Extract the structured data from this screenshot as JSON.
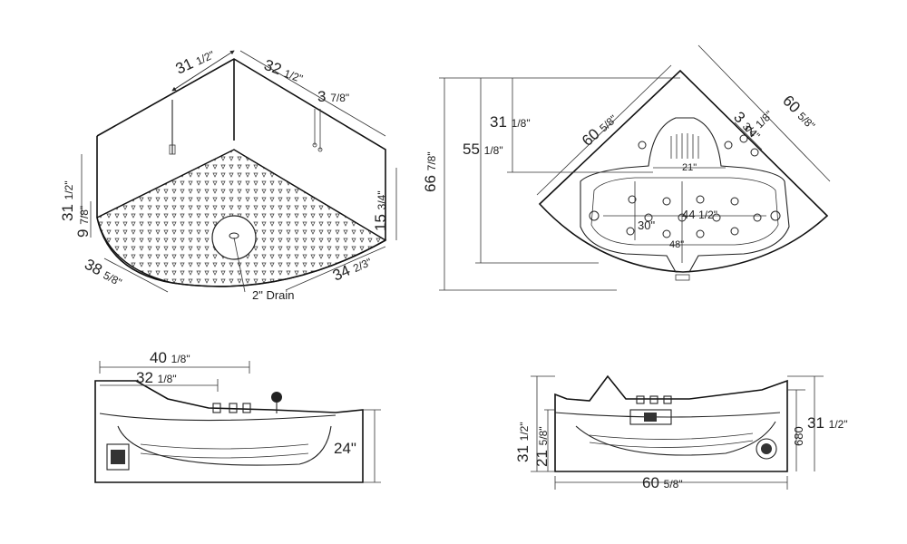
{
  "views": {
    "base_3d": {
      "dims": {
        "back_left": {
          "whole": "31",
          "frac": "1/2\""
        },
        "back_right": {
          "whole": "32",
          "frac": "1/2\""
        },
        "pipe": {
          "whole": "3",
          "frac": "7/8\""
        },
        "left_height": {
          "whole": "31",
          "frac": "1/2\""
        },
        "left_low": {
          "whole": "9",
          "frac": "7/8\""
        },
        "right_height": {
          "whole": "15",
          "frac": "3/4\""
        },
        "front_left": {
          "whole": "38",
          "frac": "5/8\""
        },
        "front_right": {
          "whole": "34",
          "frac": "2/3\""
        }
      },
      "drain_label": "2\" Drain"
    },
    "top_view": {
      "dims": {
        "overall_height": {
          "whole": "66",
          "frac": "7/8\""
        },
        "mid_height": {
          "whole": "55",
          "frac": "1/8\""
        },
        "upper_height": {
          "whole": "31",
          "frac": "1/8\""
        },
        "diag_left": {
          "whole": "60",
          "frac": "5/8\""
        },
        "diag_right": {
          "whole": "60",
          "frac": "5/8\""
        },
        "jet_a": {
          "whole": "3",
          "frac": "3/4\""
        },
        "jet_b": {
          "whole": "2",
          "frac": "1/8\""
        },
        "inner_top": {
          "whole": "21\""
        },
        "inner_width": {
          "whole": "44",
          "frac": "1/2\""
        },
        "inner_left": {
          "whole": "30\""
        },
        "inner_depth": {
          "whole": "48\""
        }
      }
    },
    "side_view_left": {
      "dims": {
        "outer": {
          "whole": "40",
          "frac": "1/8\""
        },
        "inner": {
          "whole": "32",
          "frac": "1/8\""
        },
        "height": {
          "whole": "24\""
        }
      }
    },
    "side_view_right": {
      "dims": {
        "height_left": {
          "whole": "31",
          "frac": "1/2\""
        },
        "low_left": {
          "whole": "21",
          "frac": "5/8\""
        },
        "mm": {
          "whole": "680"
        },
        "height_right": {
          "whole": "31",
          "frac": "1/2\""
        },
        "width": {
          "whole": "60",
          "frac": "5/8\""
        }
      }
    }
  }
}
